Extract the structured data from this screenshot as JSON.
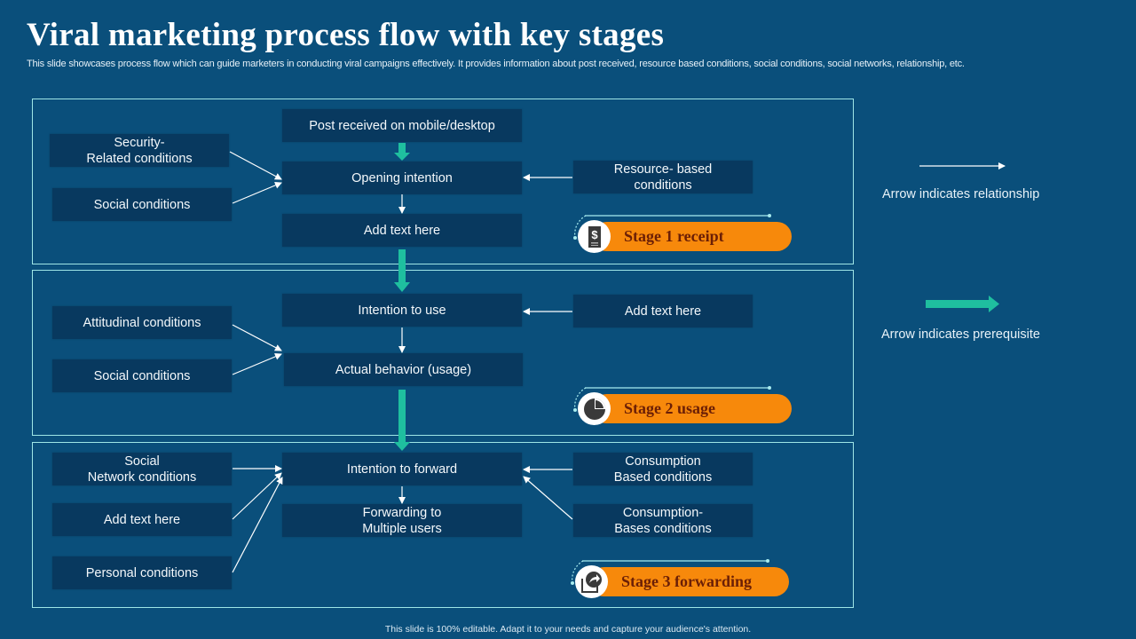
{
  "header": {
    "title": "Viral marketing process flow with key stages",
    "subtitle": "This slide showcases process flow which can  guide marketers in conducting viral campaigns effectively. It provides information about post received, resource based conditions, social conditions, social networks, relationship, etc."
  },
  "colors": {
    "background": "#0a4f7b",
    "box": "#08395f",
    "panel_border": "#9fe6e6",
    "prerequisite_arrow": "#1fbf9f",
    "stage_pill": "#f7890b",
    "stage_text": "#6b1f06"
  },
  "stages": [
    {
      "name": "stage-1",
      "label": "Stage 1 receipt",
      "icon": "dollar-receipt-icon",
      "main_boxes": [
        "Post received on mobile/desktop",
        "Opening intention",
        "Add text here"
      ],
      "left_boxes": [
        "Security-\nRelated conditions",
        "Social conditions"
      ],
      "right_boxes": [
        "Resource- based\nconditions"
      ]
    },
    {
      "name": "stage-2",
      "label": "Stage 2 usage",
      "icon": "pie-chart-icon",
      "main_boxes": [
        "Intention to use",
        "Actual behavior (usage)"
      ],
      "left_boxes": [
        "Attitudinal conditions",
        "Social conditions"
      ],
      "right_boxes": [
        "Add text here"
      ]
    },
    {
      "name": "stage-3",
      "label": "Stage 3 forwarding",
      "icon": "share-forward-icon",
      "main_boxes": [
        "Intention to forward",
        "Forwarding to\nMultiple  users"
      ],
      "left_boxes": [
        "Social\nNetwork conditions",
        "Add text here",
        "Personal conditions"
      ],
      "right_boxes": [
        "Consumption\nBased conditions",
        "Consumption-\nBases conditions"
      ]
    }
  ],
  "legend": {
    "relationship": "Arrow indicates relationship",
    "prerequisite": "Arrow indicates prerequisite"
  },
  "footer": "This slide is 100% editable.  Adapt it to your needs and capture your audience's attention."
}
